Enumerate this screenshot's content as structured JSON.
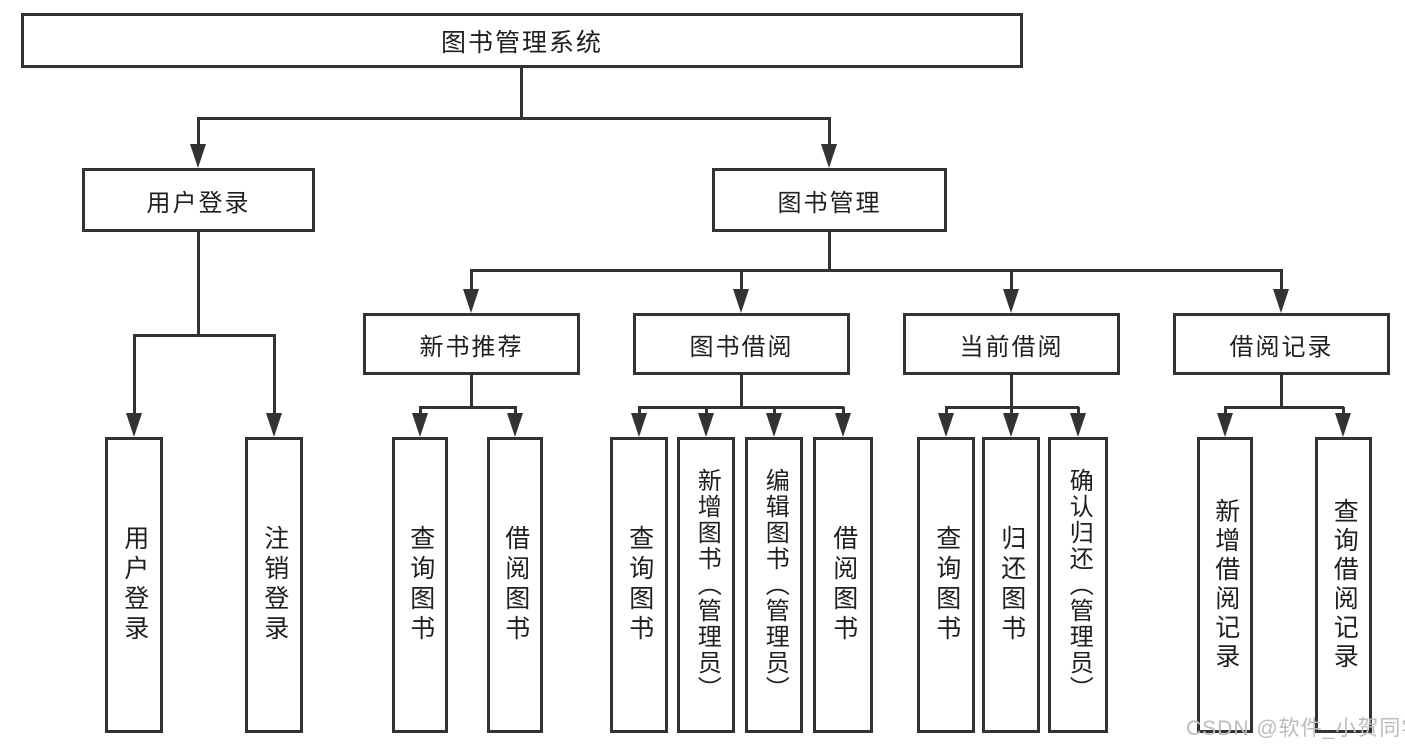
{
  "diagram": {
    "root": "图书管理系统",
    "level2": [
      "用户登录",
      "图书管理"
    ],
    "level3": [
      "新书推荐",
      "图书借阅",
      "当前借阅",
      "借阅记录"
    ],
    "leaves": {
      "login": [
        "用户登录",
        "注销登录"
      ],
      "recommend": [
        "查询图书",
        "借阅图书"
      ],
      "borrow": [
        "查询图书",
        "新增图书（管理员）",
        "编辑图书（管理员）",
        "借阅图书"
      ],
      "current": [
        "查询图书",
        "归还图书",
        "确认归还（管理员）"
      ],
      "records": [
        "新增借阅记录",
        "查询借阅记录"
      ]
    }
  },
  "watermark": "CSDN @软件_小贺同学",
  "colors": {
    "line": "#333333",
    "text": "#1f1f1f",
    "watermark": "#bcbcbc",
    "background": "#ffffff"
  }
}
